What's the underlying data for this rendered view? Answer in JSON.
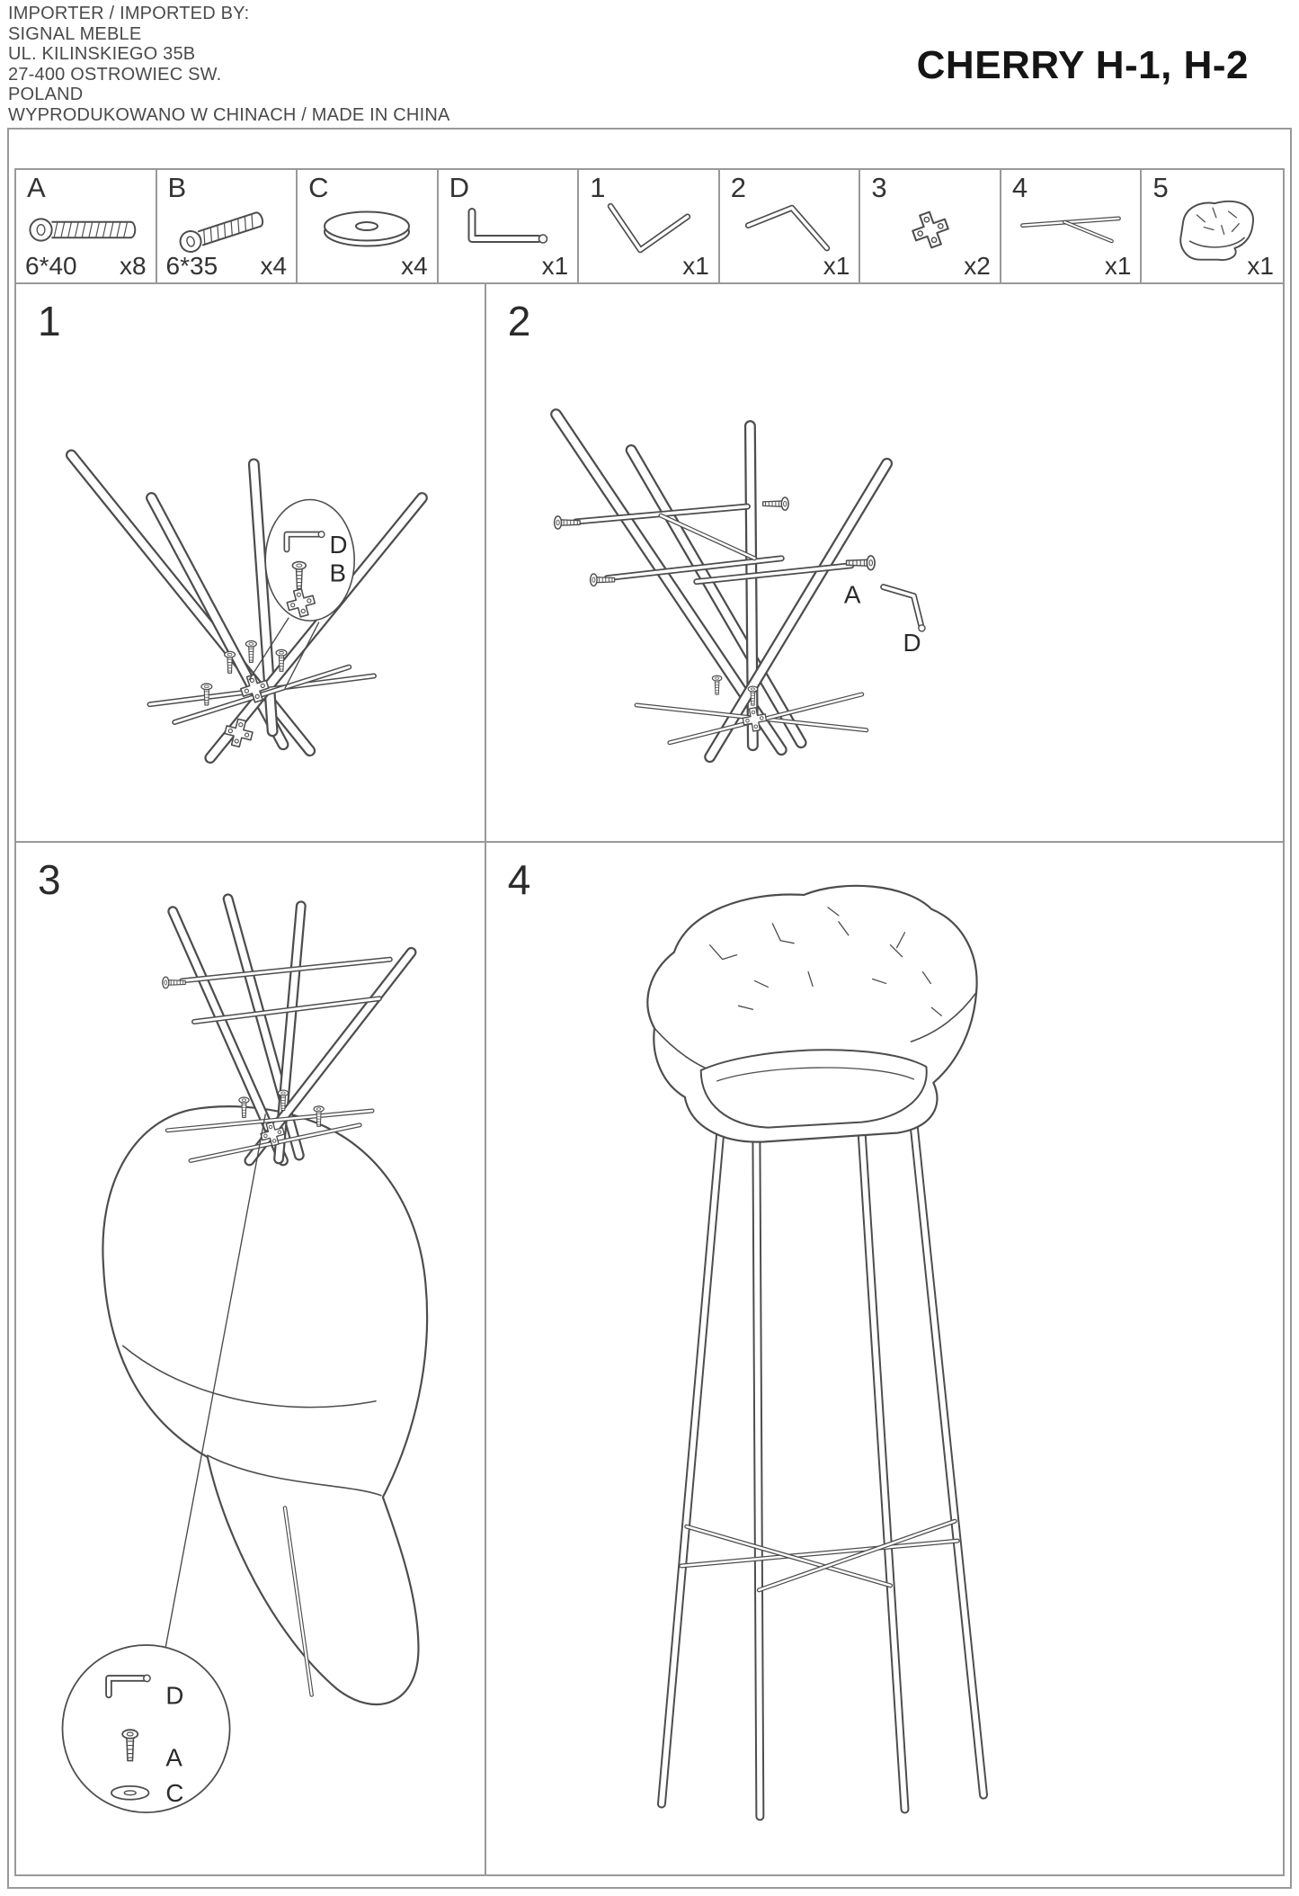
{
  "colors": {
    "line": "#4d4d4d",
    "border": "#999999",
    "text": "#3a3a3a",
    "title": "#151515",
    "background": "#ffffff"
  },
  "page": {
    "header_lines": [
      "IMPORTER / IMPORTED BY:",
      "SIGNAL MEBLE",
      "UL. KILINSKIEGO 35B",
      "27-400 OSTROWIEC SW.",
      "POLAND",
      "WYPRODUKOWANO W CHINACH / MADE IN CHINA"
    ],
    "title": "CHERRY H-1, H-2"
  },
  "parts": [
    {
      "id": "A",
      "size": "6*40",
      "qty": "x8",
      "icon": "bolt-long-icon"
    },
    {
      "id": "B",
      "size": "6*35",
      "qty": "x4",
      "icon": "bolt-short-icon"
    },
    {
      "id": "C",
      "size": "",
      "qty": "x4",
      "icon": "washer-icon"
    },
    {
      "id": "D",
      "size": "",
      "qty": "x1",
      "icon": "allen-key-icon"
    },
    {
      "id": "1",
      "size": "",
      "qty": "x1",
      "icon": "v-footrest-icon"
    },
    {
      "id": "2",
      "size": "",
      "qty": "x1",
      "icon": "bent-bar-icon"
    },
    {
      "id": "3",
      "size": "",
      "qty": "x2",
      "icon": "cross-plate-icon"
    },
    {
      "id": "4",
      "size": "",
      "qty": "x1",
      "icon": "stretcher-bar-icon"
    },
    {
      "id": "5",
      "size": "",
      "qty": "x1",
      "icon": "seat-shell-icon"
    }
  ],
  "steps": [
    {
      "num": "1",
      "callouts": [
        "D",
        "B"
      ]
    },
    {
      "num": "2",
      "callouts": [
        "A",
        "D"
      ]
    },
    {
      "num": "3",
      "callouts": [
        "D",
        "A",
        "C"
      ]
    },
    {
      "num": "4",
      "callouts": []
    }
  ]
}
